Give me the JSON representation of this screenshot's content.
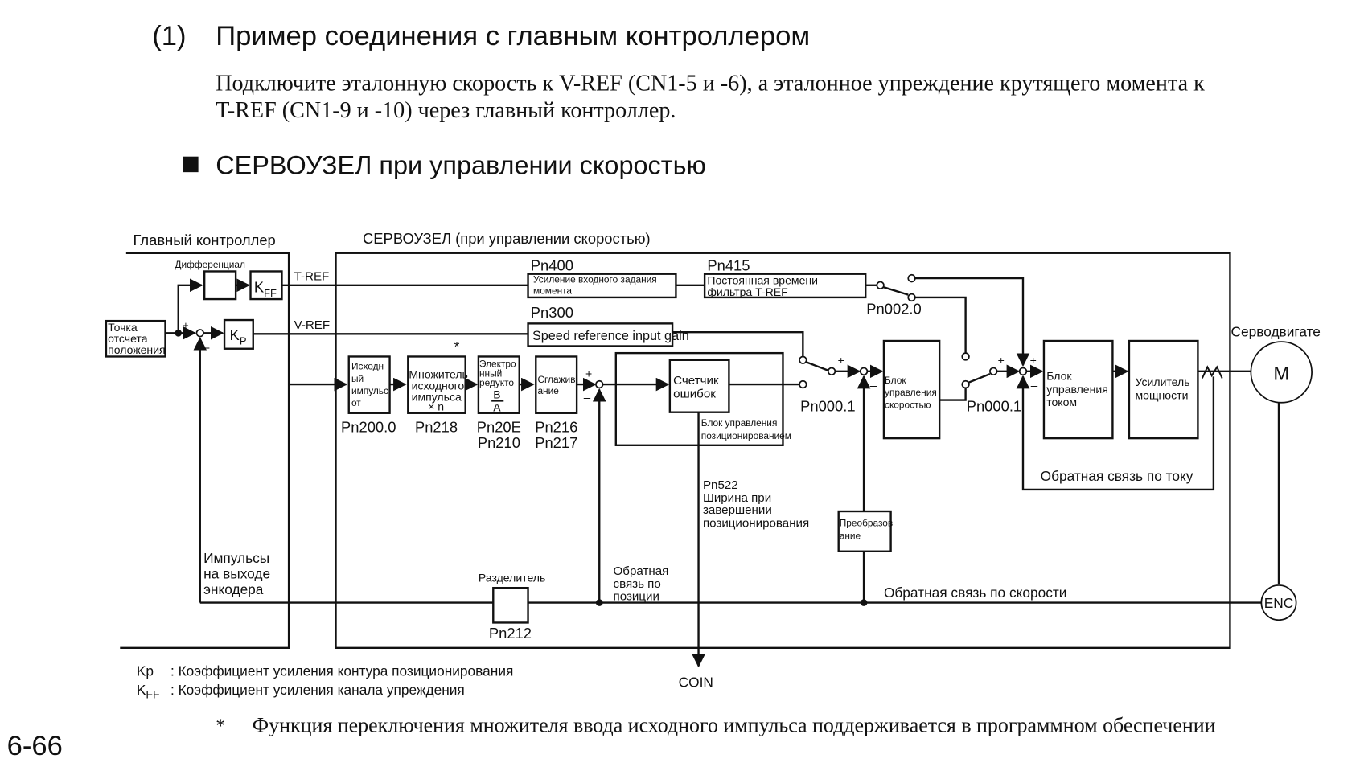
{
  "page": {
    "section_number": "(1)",
    "section_title": "Пример соединения с главным контроллером",
    "intro_line1": "Подключите эталонную скорость к V-REF (CN1-5 и -6), а эталонное упреждение крутящего момента к",
    "intro_line2": "T-REF (CN1-9 и -10) через главный контроллер.",
    "subheading": "СЕРВОУЗЕЛ при управлении скоростью",
    "footnote_mark": "*",
    "footnote": "Функция переключения множителя ввода исходного импульса поддерживается в программном обеспечении",
    "page_number": "6-66"
  },
  "diagram": {
    "host_title": "Главный контроллер",
    "servo_title": "СЕРВОУЗЕЛ (при управлении скоростью)",
    "motor_title": "Серводвигате",
    "ref_point": [
      "Точка",
      "отсчета",
      "положения"
    ],
    "differential": "Дифференциал",
    "kff": {
      "main": "K",
      "sub": "FF"
    },
    "kp": {
      "main": "K",
      "sub": "P"
    },
    "t_ref": "T-REF",
    "v_ref": "V-REF",
    "pn400": "Pn400",
    "torque_gain": [
      "Усиление входного задания",
      "момента"
    ],
    "pn415": "Pn415",
    "tref_filter": [
      "Постоянная времени",
      "фильтра T-REF"
    ],
    "pn002": "Pn002.0",
    "pn300": "Pn300",
    "speed_gain": "Speed reference input gain",
    "asterisk": "*",
    "ref_pulse": [
      "Исходн",
      "ый",
      "импульс",
      "от"
    ],
    "multiplier": [
      "Множитель",
      "исходного",
      "импульса",
      "× n"
    ],
    "egear": [
      "Электро",
      "нный",
      "редукто",
      "B",
      "A"
    ],
    "smoothing": [
      "Сглажив",
      "ание"
    ],
    "pn200": "Pn200.0",
    "pn218": "Pn218",
    "pn20e": "Pn20E",
    "pn210": "Pn210",
    "pn216": "Pn216",
    "pn217": "Pn217",
    "error_counter": [
      "Счетчик",
      "ошибок"
    ],
    "pos_block": [
      "Блок управления",
      "позиционированием"
    ],
    "pn000_a": "Pn000.1",
    "pn000_b": "Pn000.1",
    "speed_block": [
      "Блок",
      "управления",
      "скоростью"
    ],
    "current_block": [
      "Блок",
      "управления",
      "током"
    ],
    "power_amp": [
      "Усилитель",
      "мощности"
    ],
    "motor": "M",
    "encoder": "ENC",
    "current_fb": "Обратная связь по току",
    "pn522": "Pn522",
    "pos_width": [
      "Ширина при",
      "завершении",
      "позиционирования"
    ],
    "converter": [
      "Преобразов",
      "ание"
    ],
    "speed_fb": "Обратная связь по скорости",
    "pos_fb": [
      "Обратная",
      "связь по",
      "позиции"
    ],
    "divider": "Разделитель",
    "pn212": "Pn212",
    "enc_pulses": [
      "Импульсы",
      "на выходе",
      "энкодера"
    ],
    "coin": "COIN",
    "plus": "+",
    "minus": "–"
  },
  "legend": {
    "kp_key": "Kp",
    "kp_desc": ": Коэффициент усиления контура позиционирования",
    "kff_key": "K",
    "kff_sub": "FF",
    "kff_desc": ": Коэффициент усиления канала упреждения"
  }
}
